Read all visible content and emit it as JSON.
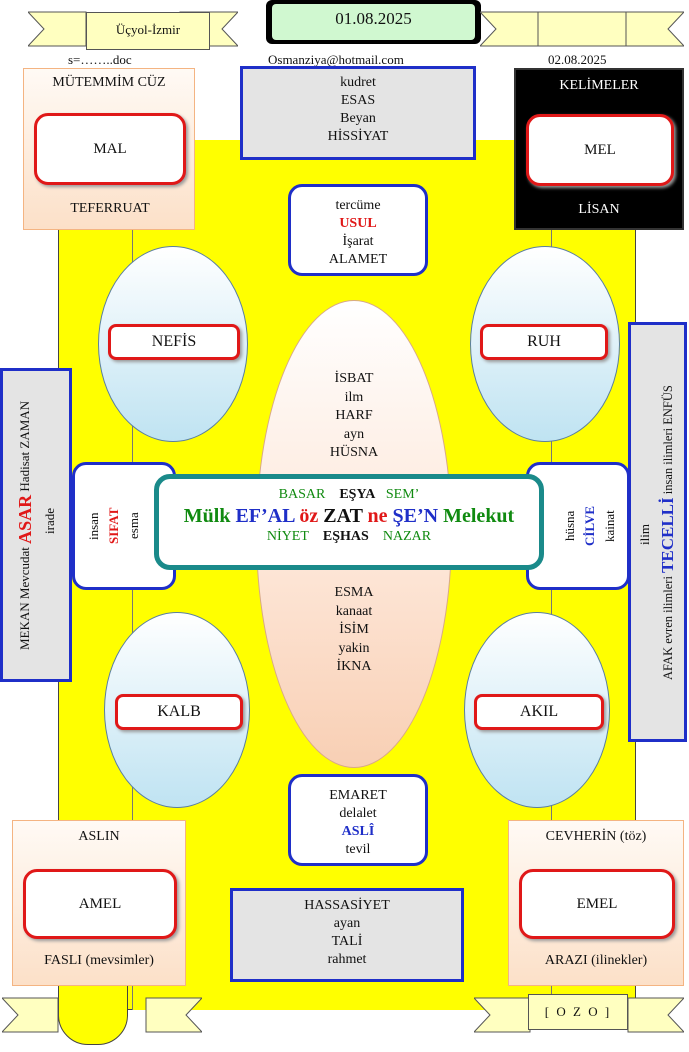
{
  "header": {
    "location": "Üçyol-İzmir",
    "date_main": "01.08.2025",
    "filename": "s=……..doc",
    "email": "Osmanziya@hotmail.com",
    "date_secondary": "02.08.2025"
  },
  "top_left": {
    "title": "MÜTEMMİM CÜZ",
    "center": "MAL",
    "bottom": "TEFERRUAT"
  },
  "top_right": {
    "title": "KELİMELER",
    "center": "MEL",
    "bottom": "LİSAN"
  },
  "top_center_box": {
    "lines": [
      "kudret",
      "ESAS",
      "Beyan",
      "HİSSİYAT"
    ]
  },
  "upper_round_box": {
    "line1": "tercüme",
    "line2": "USUL",
    "line3": "İşarat",
    "line4": "ALAMET"
  },
  "ovals": {
    "nefis": "NEFİS",
    "ruh": "RUH",
    "kalb": "KALB",
    "akil": "AKIL"
  },
  "big_oval_top": {
    "lines": [
      "İSBAT",
      "ilm",
      "HARF",
      "ayn",
      "HÜSNA"
    ]
  },
  "big_oval_bottom": {
    "lines": [
      "ESMA",
      "kanaat",
      "İSİM",
      "yakin",
      "İKNA"
    ]
  },
  "center": {
    "top_left": "BASAR",
    "top_mid": "EŞYA",
    "top_right": "SEM’",
    "main_1": "Mülk",
    "main_2": "EF’AL",
    "main_3": "öz",
    "main_4": "ZAT",
    "main_5": "ne",
    "main_6": "ŞE’N",
    "main_7": "Melekut",
    "bottom_left": "NİYET",
    "bottom_mid": "EŞHAS",
    "bottom_right": "NAZAR"
  },
  "left_small_box": {
    "a": "insan",
    "b": "SIFAT",
    "c": "esma"
  },
  "right_small_box": {
    "a": "hüsna",
    "b": "CİLVE",
    "c": "kainat"
  },
  "left_side": {
    "a": "MEKAN Mevcudat",
    "b": "ASAR",
    "c": "Hadisat ZAMAN",
    "d": "irade"
  },
  "right_side": {
    "a": "ilim",
    "b": "AFAK evren ilimleri",
    "c": "TECELLİ",
    "d": "insan ilimleri ENFÜS"
  },
  "lower_round_box": {
    "line1": "EMARET",
    "line2": "delalet",
    "line3": "ASLÎ",
    "line4": "tevil"
  },
  "bottom_center_box": {
    "lines": [
      "HASSASİYET",
      "ayan",
      "TALİ",
      "rahmet"
    ]
  },
  "bottom_left": {
    "title": "ASLIN",
    "center": "AMEL",
    "bottom": "FASLI (mevsimler)"
  },
  "bottom_right": {
    "title": "CEVHERİN (töz)",
    "center": "EMEL",
    "bottom": "ARAZI  (ilinekler)"
  },
  "footer": {
    "code": "[ O Z O ]"
  },
  "colors": {
    "yellow": "#ffff00",
    "blue_border": "#1f2fc8",
    "red_border": "#e01818",
    "teal_border": "#1a8a8a",
    "green_text": "#108a10"
  }
}
